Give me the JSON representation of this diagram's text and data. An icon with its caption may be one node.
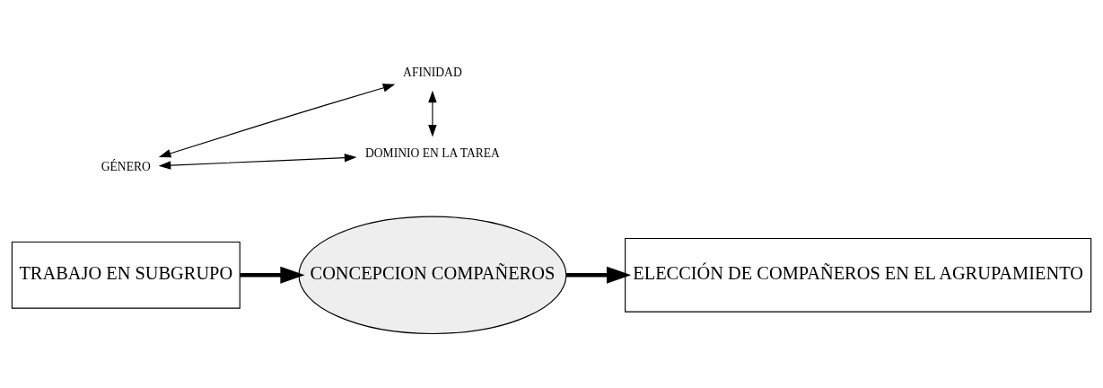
{
  "diagram": {
    "nodes": [
      {
        "text": [
          "TRABAJO EN SUBGRUPO"
        ]
      },
      {
        "text": [
          "CONCEPCION COMPAÑEROS"
        ]
      },
      {
        "text": [
          "ELECCIÓN DE COMPAÑEROS EN EL AGRUPAMIENTO"
        ]
      },
      {
        "text": [
          "AFINIDAD"
        ]
      },
      {
        "text": [
          "DOMINIO EN LA TAREA"
        ]
      },
      {
        "text": [
          "GÉNERO"
        ]
      }
    ],
    "edges": [
      {
        "from": 0,
        "to": 1,
        "arrow": "to",
        "style": "thick"
      },
      {
        "from": 1,
        "to": 2,
        "arrow": "to",
        "style": "thick"
      },
      {
        "from": 4,
        "to": 3,
        "arrow": "both"
      },
      {
        "from": 3,
        "to": 5,
        "arrow": "both"
      },
      {
        "from": 4,
        "to": 5,
        "arrow": "both"
      }
    ]
  }
}
